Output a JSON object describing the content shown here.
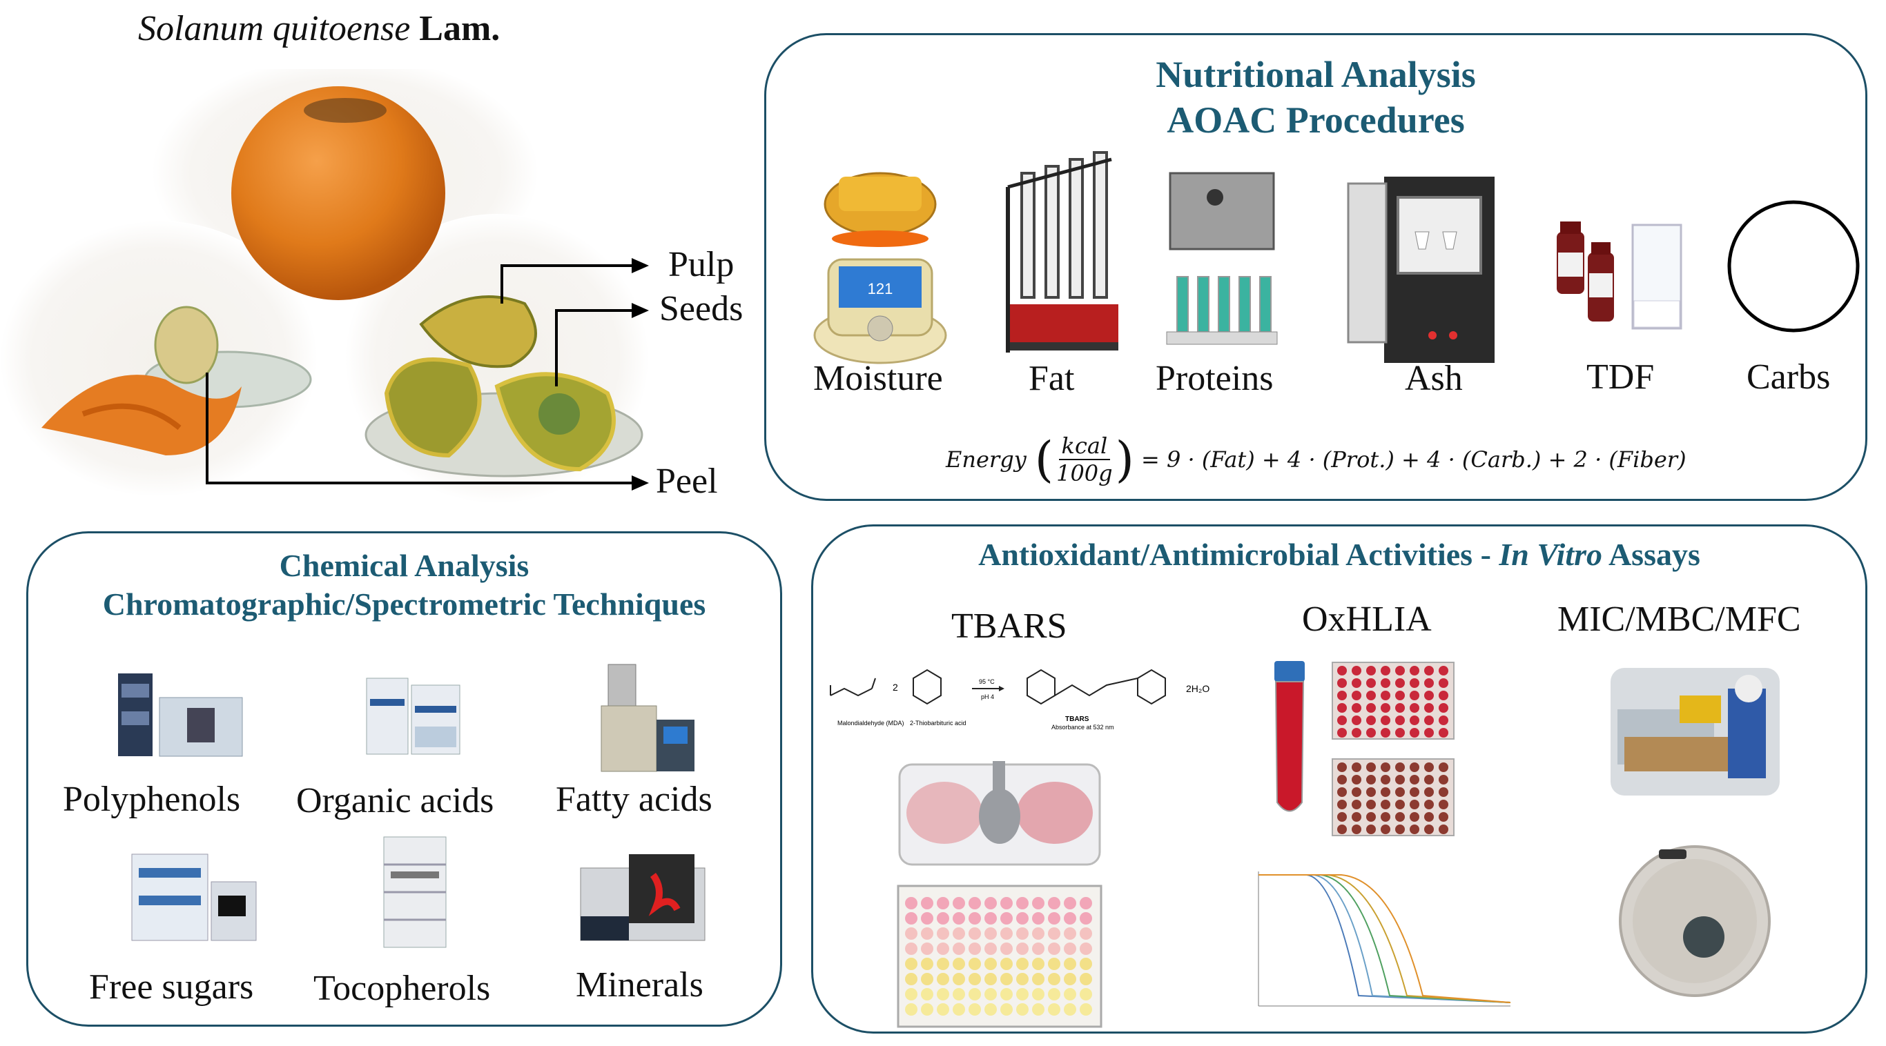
{
  "species": {
    "name_italic": "Solanum quitoense",
    "author": "Lam."
  },
  "fruit_parts": [
    "Pulp",
    "Seeds",
    "Peel"
  ],
  "nutritional": {
    "title_line1": "Nutritional Analysis",
    "title_line2": "AOAC Procedures",
    "items": [
      "Moisture",
      "Fat",
      "Proteins",
      "Ash",
      "TDF",
      "Carbs"
    ],
    "equation": {
      "lhs": "Energy",
      "unit_num": "kcal",
      "unit_den": "100g",
      "rhs": "= 9 · (Fat) + 4 · (Prot.) + 4 · (Carb.) + 2 · (Fiber)"
    }
  },
  "chemical": {
    "title_line1": "Chemical Analysis",
    "title_line2": "Chromatographic/Spectrometric Techniques",
    "items": [
      "Polyphenols",
      "Organic acids",
      "Fatty acids",
      "Free sugars",
      "Tocopherols",
      "Minerals"
    ]
  },
  "bioactivity": {
    "title_main": "Antioxidant/Antimicrobial Activities - ",
    "title_italic": "In Vitro",
    "title_end": " Assays",
    "assays": [
      "TBARS",
      "OxHLIA",
      "MIC/MBC/MFC"
    ],
    "reaction": {
      "reactant1": "Malondialdehyde (MDA)",
      "coef": "2",
      "reactant2": "2-Thiobarbituric acid",
      "cond1": "95 °C",
      "cond2": "pH 4",
      "product": "TBARS",
      "product_note": "Absorbance at 532 nm",
      "byproduct": "2H₂O"
    }
  },
  "colors": {
    "panel_border": "#1c4f66",
    "title": "#1c5b73",
    "fruit_orange": "#e07a1a",
    "arrow": "#000000"
  }
}
